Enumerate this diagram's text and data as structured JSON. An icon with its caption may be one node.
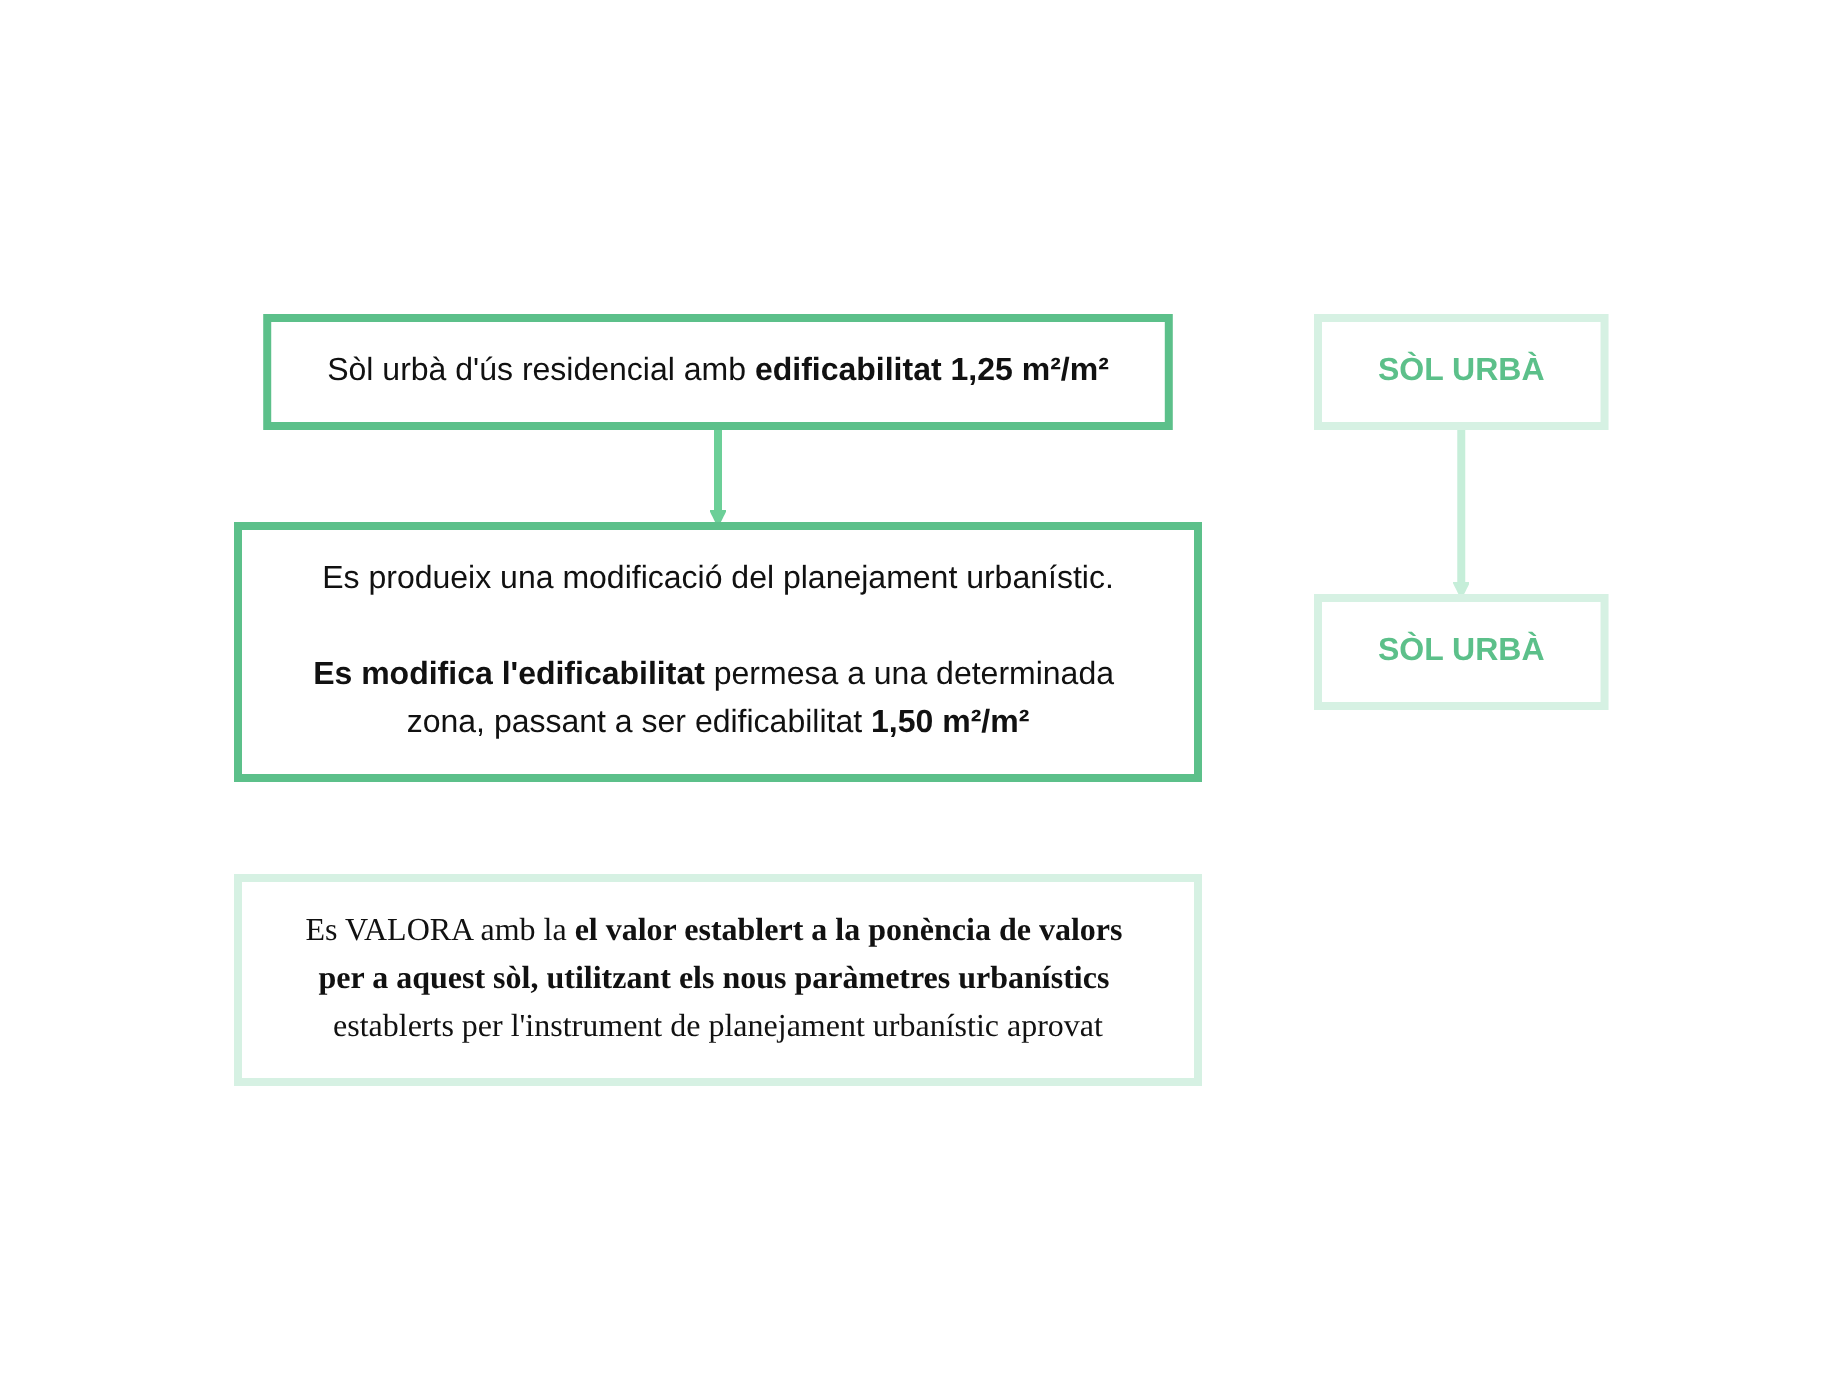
{
  "diagram": {
    "nodes": [
      {
        "text": [
          "Sòl urbà d'ús residencial amb **edificabilitat 1,25 m²/m²**"
        ]
      },
      {
        "text": [
          "SÒL URBÀ"
        ]
      },
      {
        "text": [
          "Es produeix una modificació del planejament urbanístic.",
          "**Es modifica l'edificabilitat** permesa a una determinada zona, passant a ser edificabilitat **1,50 m²/m²**"
        ]
      },
      {
        "text": [
          "SÒL URBÀ"
        ]
      },
      {
        "text": [
          "Es VALORA amb la **el valor establert a la ponència de valors per a aquest sòl, utilitzant els nous paràmetres urbanístics** establerts per l'instrument de planejament urbanístic aprovat"
        ]
      }
    ],
    "edges": [
      {
        "from": 0,
        "to": 2,
        "arrow": "to",
        "color": "#6ccf98"
      },
      {
        "from": 1,
        "to": 3,
        "arrow": "to",
        "color": "#c6eed9"
      }
    ]
  }
}
